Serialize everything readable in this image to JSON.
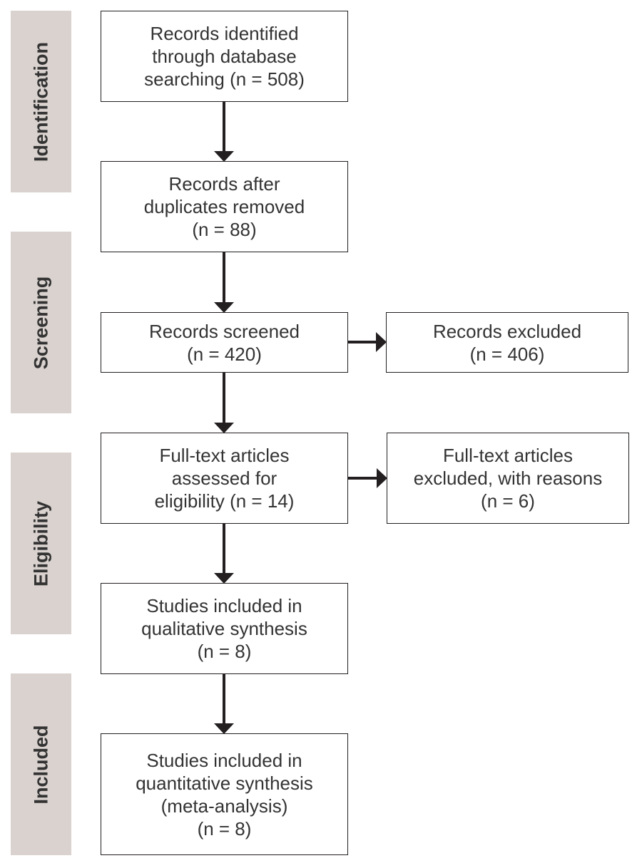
{
  "stages": {
    "identification": "Identification",
    "screening": "Screening",
    "eligibility": "Eligibility",
    "included": "Included"
  },
  "boxes": {
    "identified": "Records identified\nthrough database\nsearching (n = 508)",
    "after_duplicates": "Records after\nduplicates removed\n(n = 88)",
    "screened": "Records screened\n(n = 420)",
    "excluded": "Records excluded\n(n = 406)",
    "fulltext_assessed": "Full-text articles\nassessed for\neligibility (n = 14)",
    "fulltext_excluded": "Full-text articles\nexcluded, with reasons\n(n = 6)",
    "qualitative": "Studies included in\nqualitative synthesis\n(n = 8)",
    "quantitative": "Studies included in\nquantitative synthesis\n(meta-analysis)\n(n = 8)"
  },
  "colors": {
    "stage_fill": "#d9d2cf",
    "border": "#231f20",
    "text": "#333333"
  }
}
